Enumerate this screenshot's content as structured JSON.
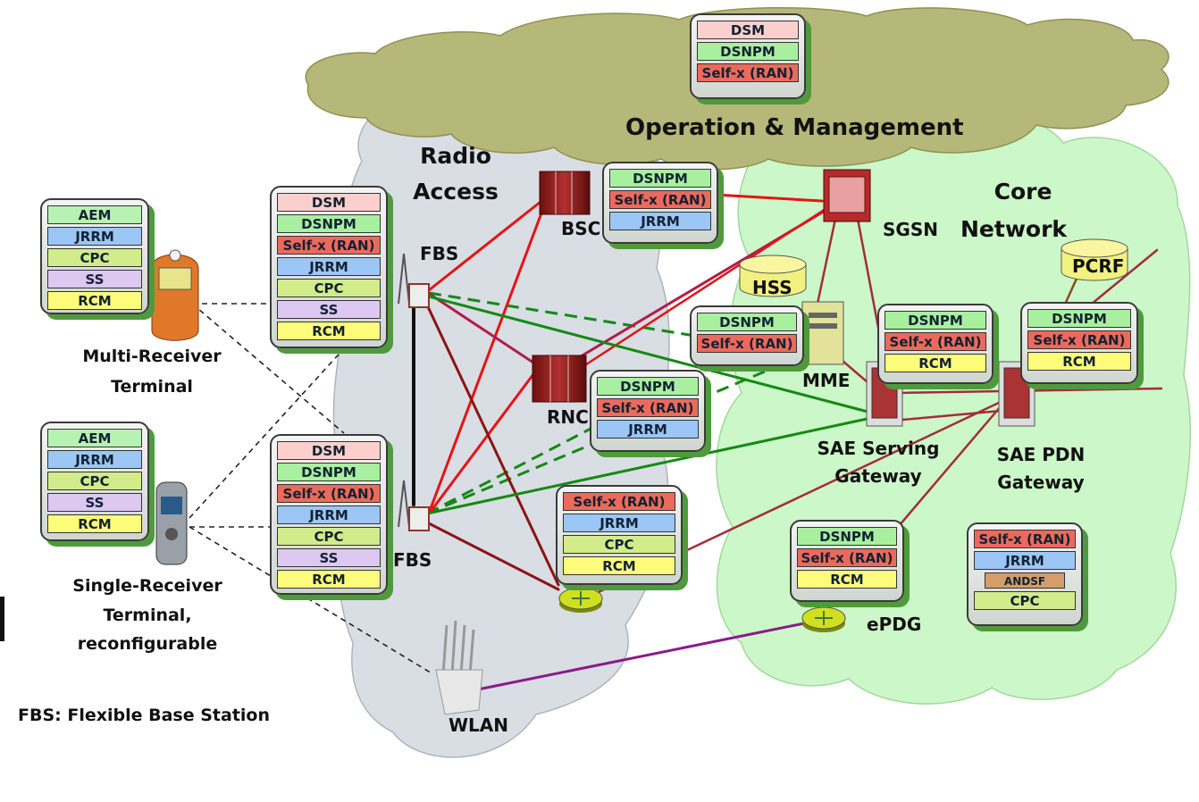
{
  "colors": {
    "cloud_radio": "#d9dde4",
    "cloud_core": "#ccf7c8",
    "cloud_om": "#b5b878",
    "line_red": "#e41414",
    "line_darkred": "#8c1414",
    "line_crimson": "#b01d4a",
    "line_maroon": "#a32c3c",
    "line_green": "#138a13",
    "line_purple": "#8a1a8a",
    "module_dsm": "#fbd0cc",
    "module_dsnpm": "#a8f0a0",
    "module_selfx": "#ec6a5c",
    "module_jrrm": "#9cc6f5",
    "module_cpc": "#d2ec8c",
    "module_ss": "#ddc8f2",
    "module_rcm": "#fcfc7a",
    "module_aem": "#b6f2b2",
    "module_andsf": "#d39e6a"
  },
  "labels": {
    "om": "Operation & Management",
    "radio_access_1": "Radio",
    "radio_access_2": "Access",
    "core_1": "Core",
    "core_2": "Network",
    "bsc": "BSC",
    "rnc": "RNC",
    "sgsn": "SGSN",
    "hss": "HSS",
    "pcrf": "PCRF",
    "mme": "MME",
    "sae_serving_1": "SAE Serving",
    "sae_serving_2": "Gateway",
    "sae_pdn_1": "SAE PDN",
    "sae_pdn_2": "Gateway",
    "epdg": "ePDG",
    "fbs_top": "FBS",
    "fbs_bottom": "FBS",
    "wlan": "WLAN",
    "multi_1": "Multi-Receiver",
    "multi_2": "Terminal",
    "single_1": "Single-Receiver",
    "single_2": "Terminal,",
    "single_3": "reconfigurable",
    "legend": "FBS: Flexible Base Station"
  },
  "stacks": {
    "om": [
      "DSM",
      "DSNPM",
      "Self-x (RAN)"
    ],
    "multi_terminal": [
      "AEM",
      "JRRM",
      "CPC",
      "SS",
      "RCM"
    ],
    "single_terminal": [
      "AEM",
      "JRRM",
      "CPC",
      "SS",
      "RCM"
    ],
    "fbs_top": [
      "DSM",
      "DSNPM",
      "Self-x (RAN)",
      "JRRM",
      "CPC",
      "SS",
      "RCM"
    ],
    "fbs_bottom": [
      "DSM",
      "DSNPM",
      "Self-x (RAN)",
      "JRRM",
      "CPC",
      "SS",
      "RCM"
    ],
    "bsc": [
      "DSNPM",
      "Self-x (RAN)",
      "JRRM"
    ],
    "rnc": [
      "DSNPM",
      "Self-x (RAN)",
      "JRRM"
    ],
    "router": [
      "Self-x (RAN)",
      "JRRM",
      "CPC",
      "RCM"
    ],
    "mme": [
      "DSNPM",
      "Self-x (RAN)"
    ],
    "serving_gw": [
      "DSNPM",
      "Self-x (RAN)",
      "RCM"
    ],
    "pdn_gw": [
      "DSNPM",
      "Self-x (RAN)",
      "RCM"
    ],
    "epdg": [
      "DSNPM",
      "Self-x (RAN)",
      "RCM"
    ],
    "core_extra": [
      "Self-x (RAN)",
      "JRRM",
      "ANDSF",
      "CPC"
    ]
  }
}
